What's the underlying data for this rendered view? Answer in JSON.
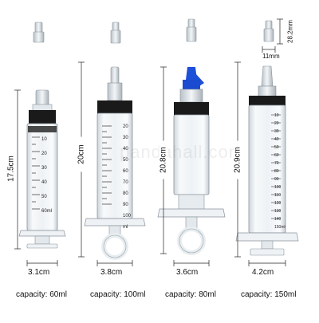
{
  "watermark": "pandahall.com",
  "colors": {
    "syringe_body": "#e9eef2",
    "syringe_edge": "#8a949c",
    "plunger_black": "#1a1a1a",
    "blue_cap": "#1e4fd8",
    "measure_line": "#222222"
  },
  "syringes": [
    {
      "id": "60ml",
      "height_label": "17.5cm",
      "width_label": "3.1cm",
      "capacity": "capacity: 60ml",
      "scale_marks": [
        "10",
        "20",
        "30",
        "40",
        "50",
        "60ml"
      ]
    },
    {
      "id": "100ml",
      "height_label": "20cm",
      "width_label": "3.8cm",
      "capacity": "capacity: 100ml",
      "scale_marks": [
        "20",
        "30",
        "40",
        "50",
        "60",
        "70",
        "80",
        "90",
        "100",
        "ml"
      ]
    },
    {
      "id": "80ml",
      "height_label": "20.8cm",
      "width_label": "3.6cm",
      "capacity": "capacity: 80ml",
      "scale_marks": []
    },
    {
      "id": "150ml",
      "height_label": "20.9cm",
      "width_label": "4.2cm",
      "capacity": "capacity: 150ml",
      "scale_marks": [
        "10",
        "20",
        "30",
        "40",
        "50",
        "60",
        "70",
        "80",
        "90",
        "100",
        "110",
        "120",
        "130",
        "140",
        "150ml"
      ]
    }
  ],
  "nozzle": {
    "height_label": "28.2mm",
    "width_label": "11mm"
  }
}
